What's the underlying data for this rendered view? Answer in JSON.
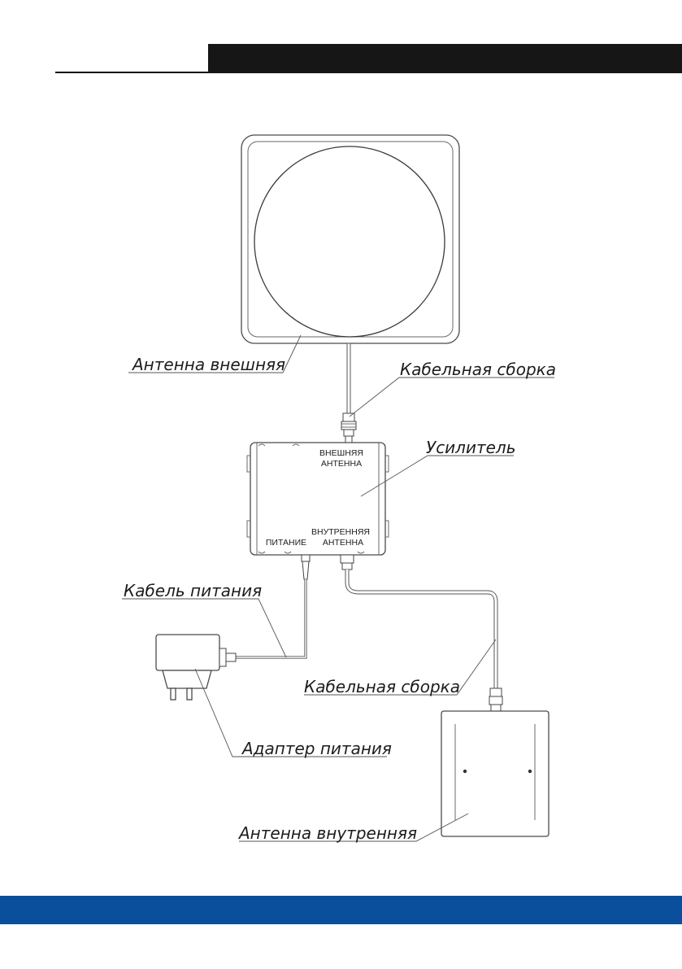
{
  "colors": {
    "header_bar": "#161616",
    "footer_bar": "#0a4f9c",
    "line": "#4a4a4a"
  },
  "labels": {
    "outdoor_antenna": "Антенна внешняя",
    "cable_assembly_top": "Кабельная сборка",
    "amplifier": "Усилитель",
    "power_cable": "Кабель питания",
    "cable_assembly_bottom": "Кабельная сборка",
    "power_adapter": "Адаптер питания",
    "indoor_antenna": "Антенна внутренняя"
  },
  "amplifier_ports": {
    "outdoor_line1": "ВНЕШНЯЯ",
    "outdoor_line2": "АНТЕННА",
    "indoor_line1": "ВНУТРЕННЯЯ",
    "indoor_line2": "АНТЕННА",
    "power": "ПИТАНИЕ"
  }
}
